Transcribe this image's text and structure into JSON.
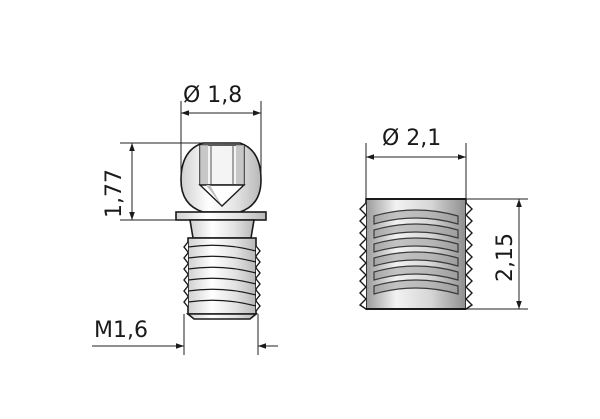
{
  "labels": {
    "head_diameter": "Ø 1,8",
    "head_height": "1,77",
    "thread": "M1,6",
    "insert_diameter": "Ø 2,1",
    "insert_height": "2,15"
  },
  "colors": {
    "line": "#1a1a1a",
    "body_light": "#ffffff",
    "body_shade": "#c8c8c8",
    "body_dark": "#8a8a8a"
  }
}
